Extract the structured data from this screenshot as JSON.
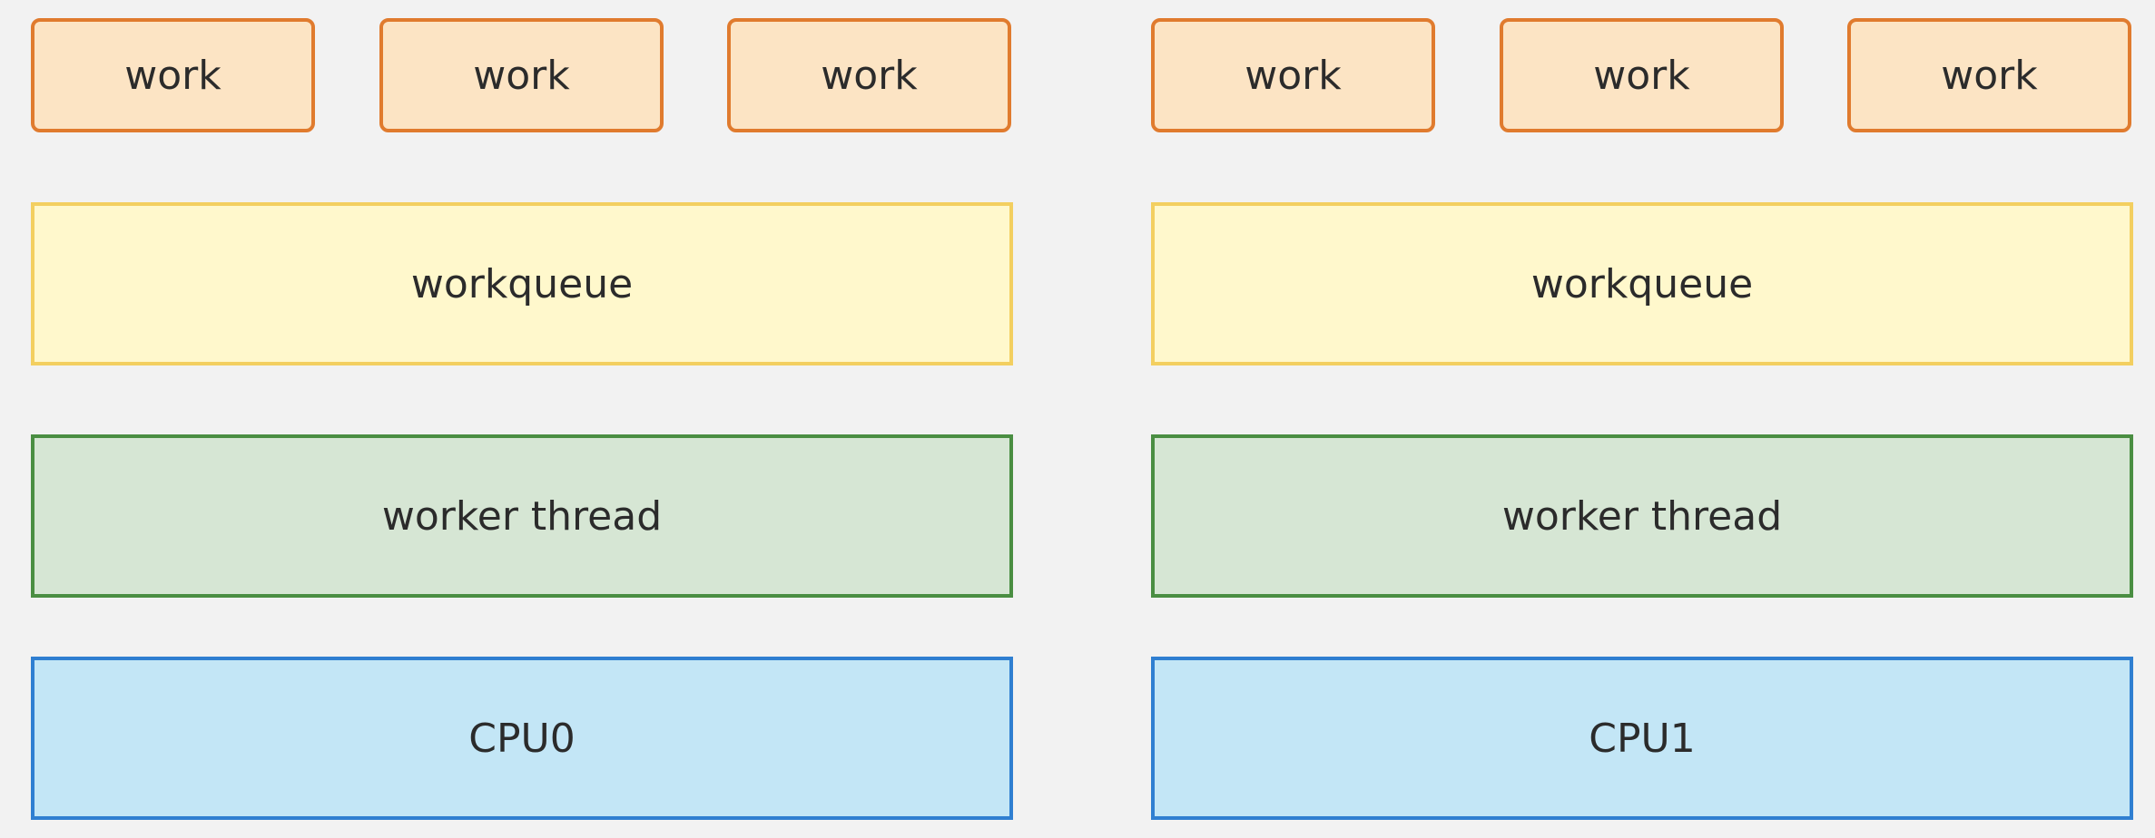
{
  "columns": [
    {
      "works": [
        "work",
        "work",
        "work"
      ],
      "queue": "workqueue",
      "thread": "worker thread",
      "cpu": "CPU0"
    },
    {
      "works": [
        "work",
        "work",
        "work"
      ],
      "queue": "workqueue",
      "thread": "worker thread",
      "cpu": "CPU1"
    }
  ],
  "colors": {
    "background": "#f2f2f2",
    "work_fill": "#fce4c4",
    "work_border": "#e07b2e",
    "queue_fill": "#fff8cc",
    "queue_border": "#f3cf60",
    "thread_fill": "#d6e6d4",
    "thread_border": "#4a8e42",
    "cpu_fill": "#c3e6f6",
    "cpu_border": "#2f7fd1"
  }
}
